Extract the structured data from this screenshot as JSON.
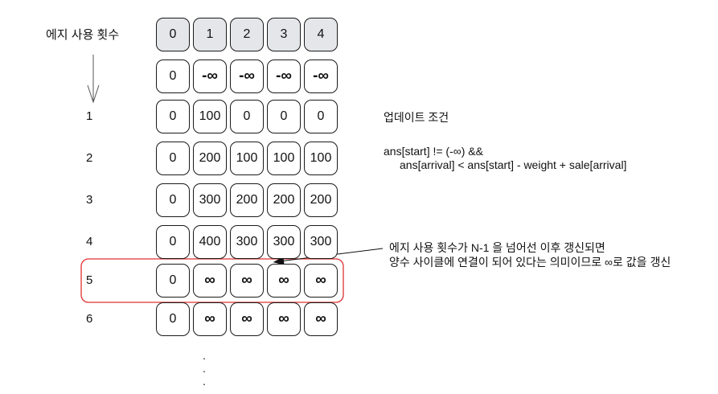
{
  "axis_label": "에지 사용 횟수",
  "header_row": [
    "0",
    "1",
    "2",
    "3",
    "4"
  ],
  "rows": [
    {
      "label": "",
      "cells": [
        "0",
        "-∞",
        "-∞",
        "-∞",
        "-∞"
      ]
    },
    {
      "label": "1",
      "cells": [
        "0",
        "100",
        "0",
        "0",
        "0"
      ]
    },
    {
      "label": "2",
      "cells": [
        "0",
        "200",
        "100",
        "100",
        "100"
      ]
    },
    {
      "label": "3",
      "cells": [
        "0",
        "300",
        "200",
        "200",
        "200"
      ]
    },
    {
      "label": "4",
      "cells": [
        "0",
        "400",
        "300",
        "300",
        "300"
      ]
    },
    {
      "label": "5",
      "cells": [
        "0",
        "∞",
        "∞",
        "∞",
        "∞"
      ]
    },
    {
      "label": "6",
      "cells": [
        "0",
        "∞",
        "∞",
        "∞",
        "∞"
      ]
    }
  ],
  "update_condition": {
    "title": "업데이트 조건",
    "line1": "ans[start] != (-∞) &&",
    "line2": "ans[arrival] < ans[start]  - weight + sale[arrival]"
  },
  "annotation": {
    "line1": "에지 사용 횟수가 N-1 을 넘어선 이후 갱신되면",
    "line2": "양수 사이클에 연결이 되어 있다는 의미이므로 ∞로 값을 갱신"
  },
  "continuation": [
    ".",
    ".",
    "."
  ],
  "colors": {
    "highlight": "#e03131",
    "header_fill": "#e4e6ea",
    "stroke": "#1a1a1a"
  }
}
